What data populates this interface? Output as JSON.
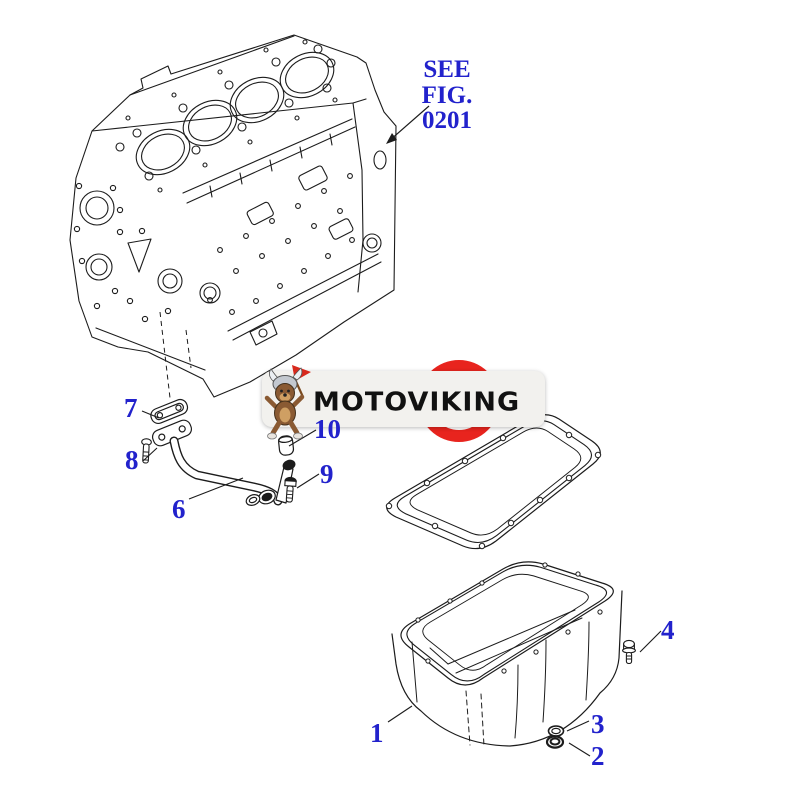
{
  "figure_reference": {
    "line1": "SEE FIG.",
    "line2": "0201"
  },
  "brand": {
    "name": "MOTOVIKING",
    "mascot": "viking-dog-icon"
  },
  "callouts": {
    "c1": {
      "label": "1"
    },
    "c2": {
      "label": "2"
    },
    "c3": {
      "label": "3"
    },
    "c4": {
      "label": "4"
    },
    "c6": {
      "label": "6"
    },
    "c7": {
      "label": "7"
    },
    "c8": {
      "label": "8"
    },
    "c9": {
      "label": "9"
    },
    "c10": {
      "label": "10"
    }
  },
  "colors": {
    "background": "#ffffff",
    "line_art": "#1c1c1c",
    "callout_text": "#2222cc",
    "logo_ring": "#e8241e",
    "logo_banner": "#f2f1ee",
    "logo_text": "#111111"
  }
}
